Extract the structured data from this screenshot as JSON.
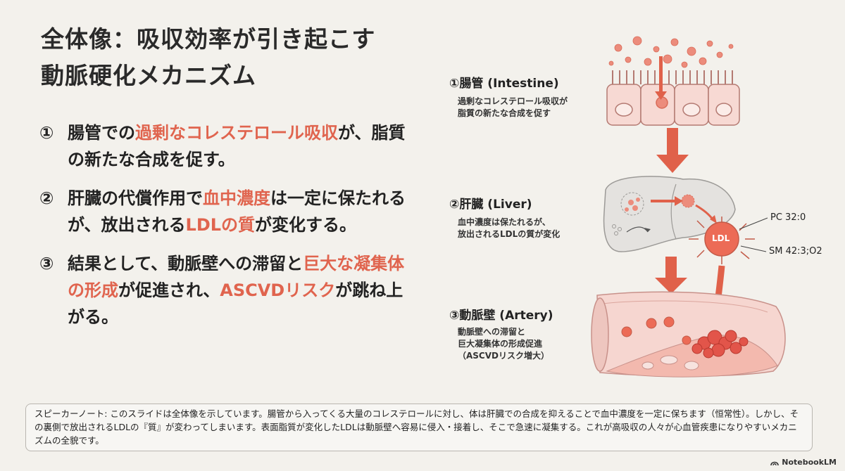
{
  "title": {
    "line1": "全体像：吸収効率が引き起こす",
    "line2": "動脈硬化メカニズム"
  },
  "points": [
    {
      "num": "①",
      "parts": [
        {
          "text": "腸管での",
          "hl": false
        },
        {
          "text": "過剰なコレステロール吸収",
          "hl": true
        },
        {
          "text": "が、脂質の新たな合成を促す。",
          "hl": false
        }
      ]
    },
    {
      "num": "②",
      "parts": [
        {
          "text": "肝臓の代償作用で",
          "hl": false
        },
        {
          "text": "血中濃度",
          "hl": true
        },
        {
          "text": "は一定に保たれるが、放出される",
          "hl": false
        },
        {
          "text": "LDLの質",
          "hl": true
        },
        {
          "text": "が変化する。",
          "hl": false
        }
      ]
    },
    {
      "num": "③",
      "parts": [
        {
          "text": "結果として、動脈壁への滞留と",
          "hl": false
        },
        {
          "text": "巨大な凝集体の形成",
          "hl": true
        },
        {
          "text": "が促進され、",
          "hl": false
        },
        {
          "text": "ASCVDリスク",
          "hl": true
        },
        {
          "text": "が跳ね上がる。",
          "hl": false
        }
      ]
    }
  ],
  "diagram": {
    "intestine": {
      "label": "①腸管 (Intestine)",
      "desc1": "過剰なコレステロール吸収が",
      "desc2": "脂質の新たな合成を促す"
    },
    "liver": {
      "label": "②肝臓 (Liver)",
      "desc1": "血中濃度は保たれるが、",
      "desc2": "放出されるLDLの質が変化"
    },
    "ldl": {
      "name": "LDL",
      "tag_pc": "PC 32:0",
      "tag_sm": "SM 42:3;O2"
    },
    "artery": {
      "label": "③動脈壁 (Artery)",
      "desc1": "動脈壁への滞留と",
      "desc2": "巨大凝集体の形成促進",
      "desc3": "（ASCVDリスク増大）"
    }
  },
  "speaker_note": "スピーカーノート: このスライドは全体像を示しています。腸管から入ってくる大量のコレステロールに対し、体は肝臓での合成を抑えることで血中濃度を一定に保ちます（恒常性）。しかし、その裏側で放出されるLDLの『質』が変わってしまいます。表面脂質が変化したLDLは動脈壁へ容易に侵入・接着し、そこで急速に凝集する。これが高吸収の人々が心血管疾患になりやすいメカニズムの全貌です。",
  "branding": "NotebookLM",
  "colors": {
    "accent": "#e0644e",
    "arrow": "#e0614a",
    "tissue": "#f6d6d0",
    "liver": "#e4e2df"
  }
}
